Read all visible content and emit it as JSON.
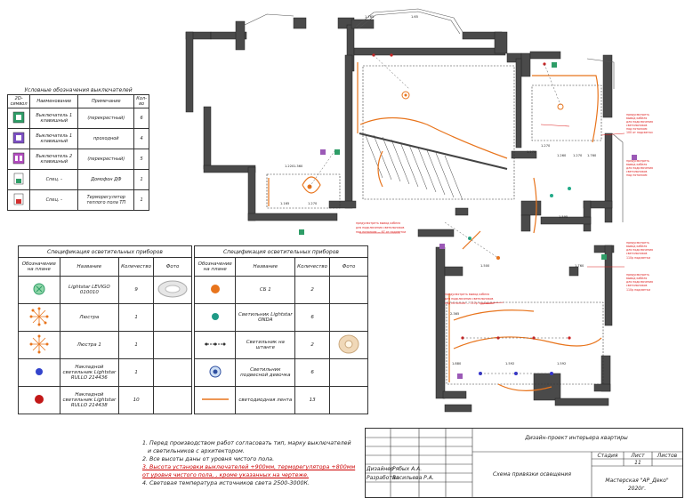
{
  "switch_legend": {
    "title": "Условные обозначения выключателей",
    "headers": [
      "2D-символ",
      "Наименование",
      "Примечание",
      "Кол-во"
    ],
    "rows": [
      {
        "name": "Выключатель 1 клавишный",
        "note": "(перекрестный)",
        "qty": "6",
        "color": "#2e9d67"
      },
      {
        "name": "Выключатель 1 клавишный",
        "note": "проходной",
        "qty": "4",
        "color": "#7c4fc4"
      },
      {
        "name": "Выключатель 2 клавишный",
        "note": "(перекрестный)",
        "qty": "5",
        "color": "#b24cc0"
      },
      {
        "name": "Спец. -",
        "note": "Домофон ДФ",
        "qty": "1",
        "color": "#2e9d67"
      },
      {
        "name": "Спец. -",
        "note": "Терморегулятор теплого пола ТП",
        "qty": "1",
        "color": "#d23030"
      }
    ]
  },
  "fixtures_left": {
    "title": "Спецификация осветительных приборов",
    "headers": [
      "Обозначение на плане",
      "Название",
      "Количество",
      "Фото"
    ],
    "rows": [
      {
        "name": "Lightstar LEVIGO 010010",
        "qty": "9",
        "icon": "green-cross-circle-icon"
      },
      {
        "name": "Люстра",
        "qty": "1",
        "icon": "orange-chandelier-icon"
      },
      {
        "name": "Люстра 1",
        "qty": "1",
        "icon": "orange-chandelier-icon"
      },
      {
        "name": "Накладной светильник Lightstar RULLO 214436",
        "qty": "1",
        "icon": "blue-dot-icon"
      },
      {
        "name": "Накладной светильник Lightstar RULLO 214438",
        "qty": "10",
        "icon": "red-dot-icon"
      }
    ]
  },
  "fixtures_right": {
    "title": "Спецификация осветительных приборов",
    "headers": [
      "Обозначение на плане",
      "Название",
      "Количество",
      "Фото"
    ],
    "rows": [
      {
        "name": "СБ 1",
        "qty": "2",
        "icon": "orange-dot-icon"
      },
      {
        "name": "Светильник Lightstar ONDA",
        "qty": "6",
        "icon": "teal-dot-icon"
      },
      {
        "name": "Светильник на штанге",
        "qty": "2",
        "icon": "track-light-icon"
      },
      {
        "name": "Светильник подвесной девочка",
        "qty": "6",
        "icon": "blue-ring-icon"
      },
      {
        "name": "светодиодная лента",
        "qty": "13",
        "icon": "orange-line-icon"
      }
    ]
  },
  "notes": [
    "1. Перед производством работ согласовать тип, марку выключателей",
    "и светильников с архитектором.",
    "2. Все высоты даны от уровня чистого пола.",
    "3. Высота установки выключателей +900мм, терморегулятора +800мм",
    "от уровня чистого пола, , кроме указанных на чертеже.",
    "4. Световая температура источников света 2500-3000К."
  ],
  "stamp": {
    "project": "Дизайн-проект интерьера квартиры",
    "sheet_title": "Схема привязки освещения",
    "stage_label": "Стадия",
    "sheet_label": "Лист",
    "sheets_label": "Листов",
    "sheet_no": "11",
    "role1": "Дизайнер",
    "name1": "Рябых А.А.",
    "role2": "Разработал",
    "name2": "Васильева Р.А.",
    "studio": "Мастерская \"АР_Деко\"",
    "year": "2020г."
  },
  "plan": {
    "dims": [
      "1.765",
      "1.65",
      "1.270",
      "1.260",
      "1.270",
      "1.760",
      "1.270",
      "1.960",
      "1.270",
      "1.165",
      "1.360",
      "1.595",
      "1.500",
      "2.365",
      "1.880",
      "1.592",
      "1.592",
      "1.760"
    ],
    "callouts": [
      "предусмотреть вывод кабеля для подключения светильников под потолком — 100 от подсветки",
      "предусмотреть вывод кабеля для подключения светильников под потолком — 100 от подсветки",
      "предусмотреть вывод кабеля для подключения светильников под потолком — 67 от подсветки",
      "предусмотреть вывод кабеля для подключения светильников под потолком — 110р подсветки",
      "предусмотреть вывод кабеля для подключения светильников под потолком — 110р подсветки",
      "предусмотреть вывод кабеля для подключения светильников под потолком — 110р подсветки"
    ]
  }
}
